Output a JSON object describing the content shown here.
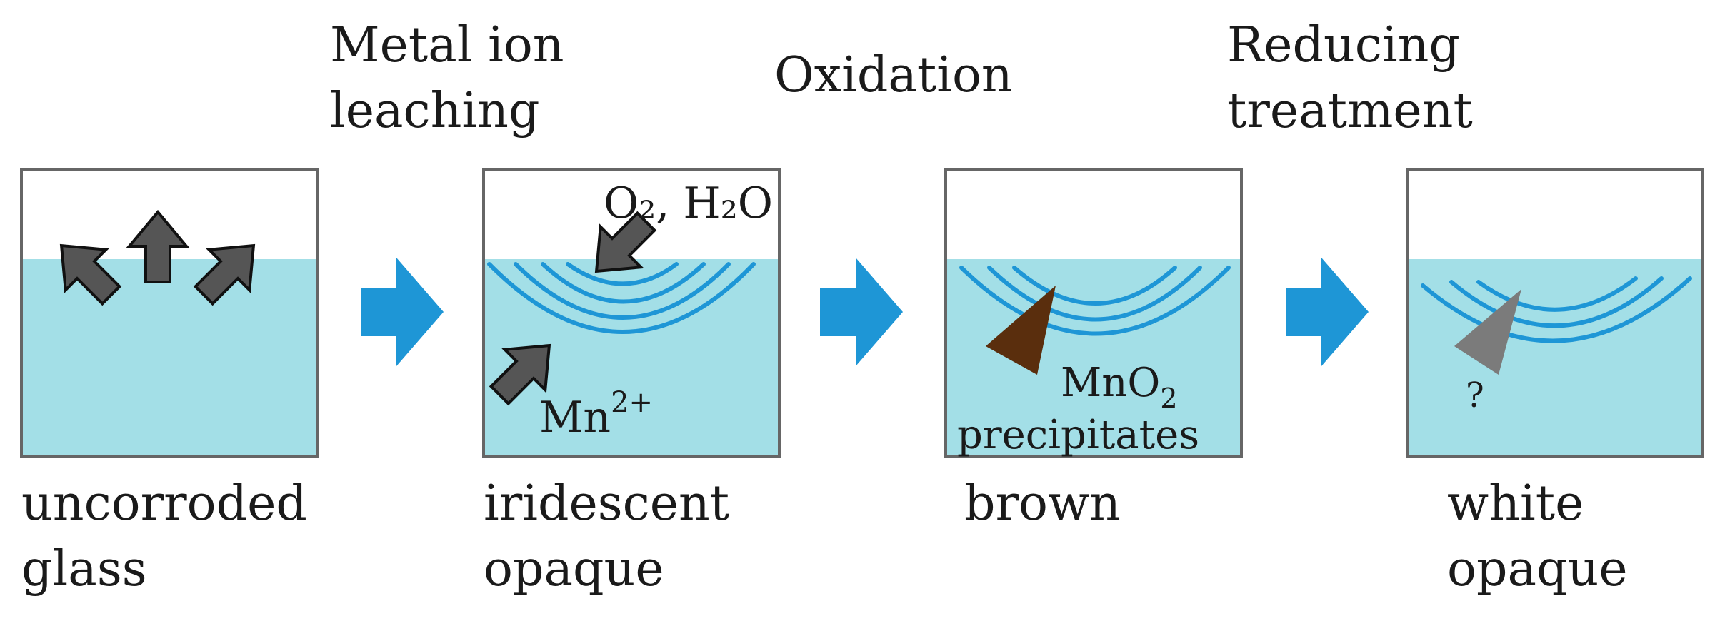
{
  "colors": {
    "water": "#a3dfe7",
    "box_border": "#666666",
    "step_arrow": "#1e96d6",
    "ion_arrow": "#555555",
    "arc": "#1e96d6",
    "mno2": "#5a2e0d",
    "unknown": "#7b7b7b"
  },
  "steps": {
    "leaching": [
      "Metal ion",
      "leaching"
    ],
    "oxidation": [
      "Oxidation"
    ],
    "reducing": [
      "Reducing",
      "treatment"
    ]
  },
  "states": {
    "uncorroded": [
      "uncorroded",
      "glass"
    ],
    "iridescent": [
      "iridescent",
      "opaque"
    ],
    "brown": [
      "brown"
    ],
    "white": [
      "white",
      "opaque"
    ]
  },
  "annotations": {
    "oxidants": "O₂, H₂O",
    "mn_ion": "Mn",
    "mn_charge": "2+",
    "mno2_mn": "MnO",
    "mno2_sub": "2",
    "precipitates": "precipitates",
    "question": "?"
  }
}
